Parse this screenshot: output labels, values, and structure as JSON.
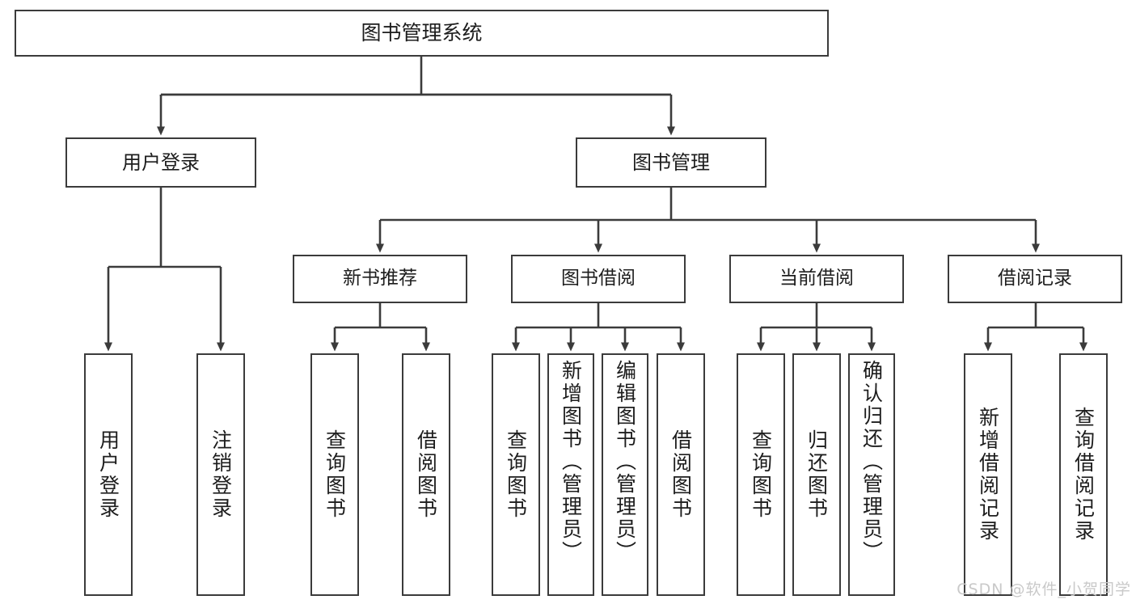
{
  "diagram": {
    "title": "图书管理系统",
    "root": {
      "label": "图书管理系统"
    },
    "tier1": [
      {
        "label": "用户登录"
      },
      {
        "label": "图书管理"
      }
    ],
    "tier2": [
      {
        "label": "新书推荐"
      },
      {
        "label": "图书借阅"
      },
      {
        "label": "当前借阅"
      },
      {
        "label": "借阅记录"
      }
    ],
    "leaves": {
      "user_login": [
        {
          "label": "用户登录"
        },
        {
          "label": "注销登录"
        }
      ],
      "new_book_recommend": [
        {
          "label": "查询图书"
        },
        {
          "label": "借阅图书"
        }
      ],
      "book_borrow": [
        {
          "label": "查询图书"
        },
        {
          "label": "新增图书（管理员）"
        },
        {
          "label": "编辑图书（管理员）"
        },
        {
          "label": "借阅图书"
        }
      ],
      "current_borrow": [
        {
          "label": "查询图书"
        },
        {
          "label": "归还图书"
        },
        {
          "label": "确认归还（管理员）"
        }
      ],
      "borrow_record": [
        {
          "label": "新增借阅记录"
        },
        {
          "label": "查询借阅记录"
        }
      ]
    },
    "colors": {
      "border": "#3b3b3b",
      "connector": "#3b3b3b",
      "text": "#1d1d1d",
      "background": "#ffffff",
      "watermark": "#c9c9c9"
    }
  },
  "watermark": {
    "text": "CSDN @软件_小贺同学"
  }
}
